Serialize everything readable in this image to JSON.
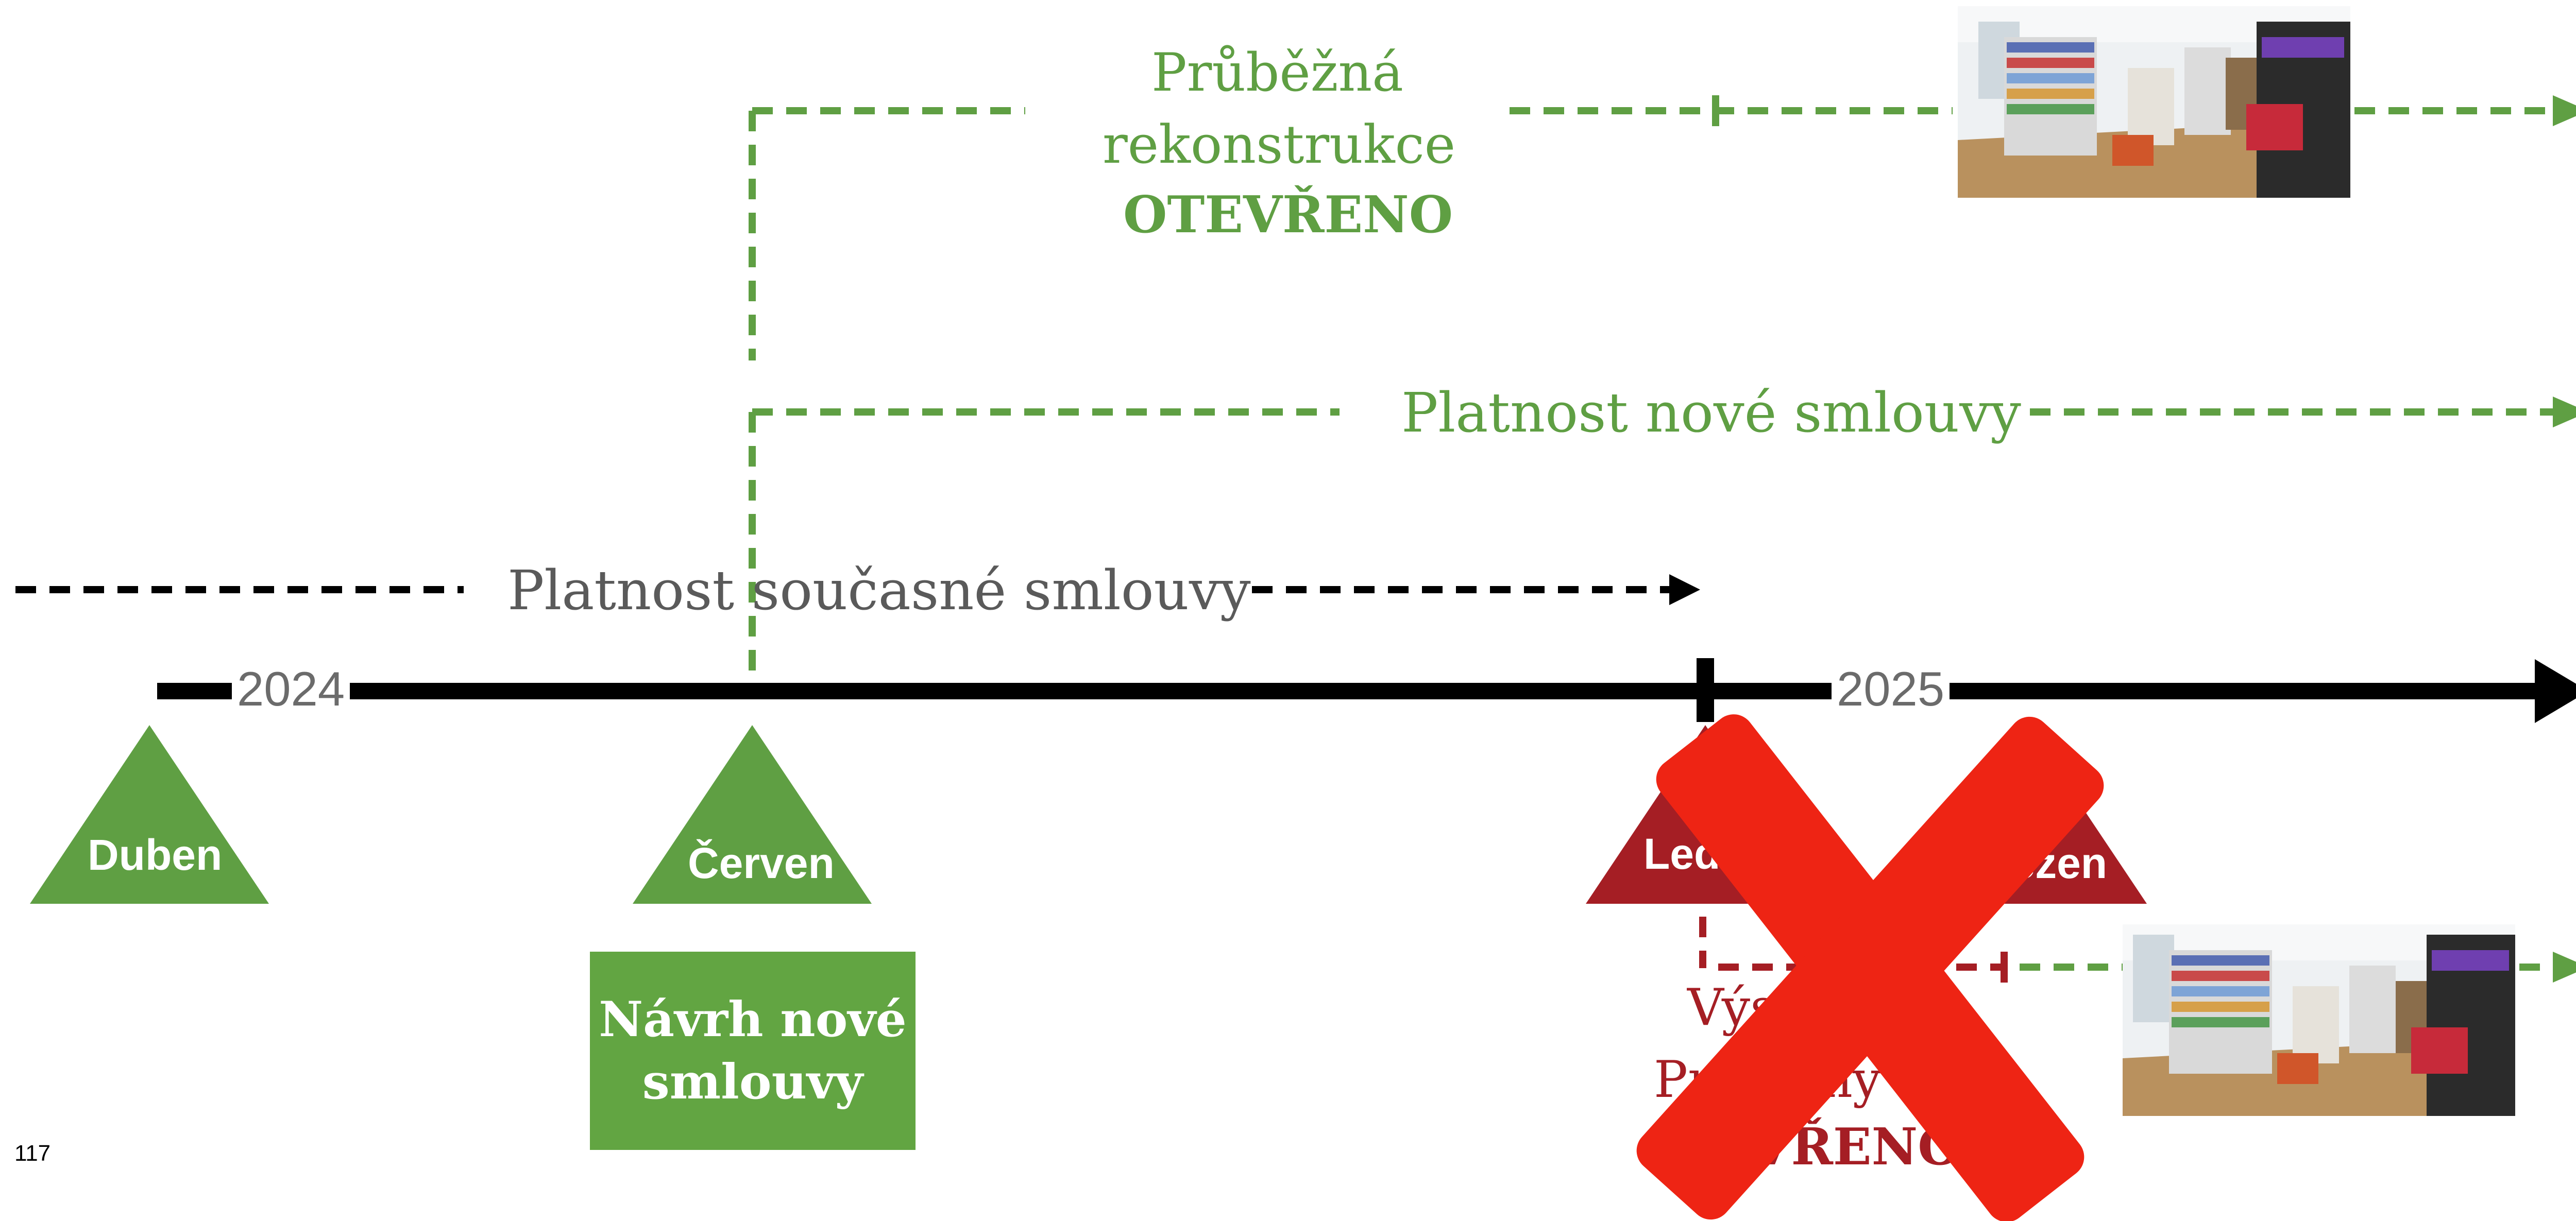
{
  "timeline": {
    "year_start": "2024",
    "year_end": "2025"
  },
  "reconstruction": {
    "line1": "Průběžná",
    "line2": "rekonstrukce",
    "status": "OTEVŘENO"
  },
  "new_contract_validity": "Platnost nové smlouvy",
  "current_contract_validity": "Platnost současné smlouvy",
  "milestones": [
    {
      "label": "Duben",
      "color": "#5f9f43"
    },
    {
      "label": "Červen",
      "color": "#5f9f43"
    },
    {
      "label": "Leden",
      "color": "#a51e24"
    },
    {
      "label": "Březen",
      "color": "#a51e24"
    }
  ],
  "proposal_box": {
    "line1": "Návrh nové",
    "line2": "smlouvy"
  },
  "closed_branch": {
    "line1": "Výstavba",
    "line2": "Prodejny",
    "status": "ZAVŘENO"
  },
  "page_number": "117",
  "colors": {
    "green": "#5f9f43",
    "dark_red": "#a51e24",
    "cross_red": "#ee2414",
    "black": "#000000"
  },
  "icons": {
    "store_photo": "shop-interior-photo",
    "cross": "red-x-cross-mark"
  }
}
